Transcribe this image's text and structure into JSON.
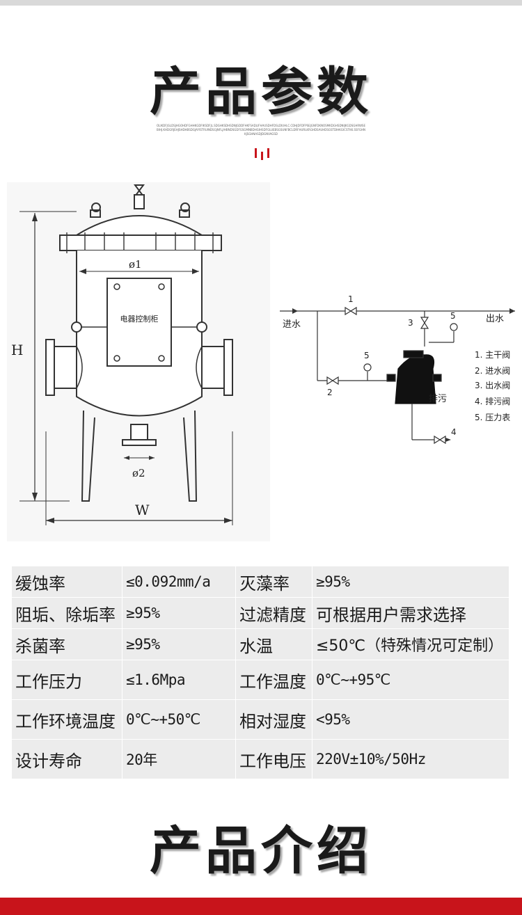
{
  "sections": {
    "params_title": "产品参数",
    "intro_title": "产品介绍"
  },
  "decor_text": "OLIKDFJGLDSJHGOHDFGHHKGDFIKSDFJL.SDGHKSDHSDNJGDDFHKFSADLIFHAUSDHFDSLDIUHLC.CDHJDFDFPSEJGNFDKNOSMKDGHSDNIJKGDSGHRWSEBIHJ.KHDGRJEHJSHDHBSDGJAYISTRUINDSGJNFLJ/HBNDSGDFGSGMNBDHGIHSDFGLUEBSGSUNFBCLDRFHURLKRGHDSAUHDSGSTDIHKGICSTKK.SSFGHNKJSGHNASDJDGNVAGSD",
  "colors": {
    "accent": "#c8141b",
    "table_bg": "#ececec",
    "title": "#1a1a1a"
  },
  "drawing": {
    "box_label": "电器控制柜",
    "dim_phi1": "ø1",
    "dim_phi2": "ø2",
    "dim_h": "H",
    "dim_w": "W"
  },
  "flow": {
    "inlet": "进水",
    "outlet": "出水",
    "drain": "排污",
    "num1": "1",
    "num2": "2",
    "num3": "3",
    "num4": "4",
    "num5a": "5",
    "num5b": "5",
    "legend": [
      "1. 主干阀",
      "2. 进水阀",
      "3. 出水阀",
      "4. 排污阀",
      "5. 压力表"
    ]
  },
  "specs": [
    {
      "l1": "缓蚀率",
      "v1": "≤0.092mm/a",
      "l2": "灭藻率",
      "v2": "≥95%"
    },
    {
      "l1": "阻垢、除垢率",
      "v1": "≥95%",
      "l2": "过滤精度",
      "v2": "可根据用户需求选择"
    },
    {
      "l1": "杀菌率",
      "v1": "≥95%",
      "l2": "水温",
      "v2": "≤50℃（特殊情况可定制）"
    },
    {
      "l1": "工作压力",
      "v1": "≤1.6Mpa",
      "l2": "工作温度",
      "v2": "0℃~+95℃"
    },
    {
      "l1": "工作环境温度",
      "v1": "0℃~+50℃",
      "l2": "相对湿度",
      "v2": "<95%"
    },
    {
      "l1": "设计寿命",
      "v1": "20年",
      "l2": "工作电压",
      "v2": "220V±10%/50Hz"
    }
  ]
}
